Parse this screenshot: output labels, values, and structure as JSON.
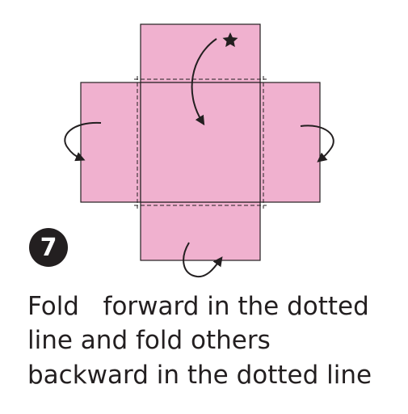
{
  "diagram": {
    "step_number": "7",
    "caption_lines": [
      "Fold   forward in the dotted",
      "line and fold others",
      "backward in the dotted line"
    ],
    "colors": {
      "paper": "#f0b1cf",
      "outline": "#231f20",
      "badge": "#231f20",
      "badge_text": "#ffffff",
      "text": "#231f20"
    },
    "icons": {
      "star": "star-icon"
    }
  }
}
